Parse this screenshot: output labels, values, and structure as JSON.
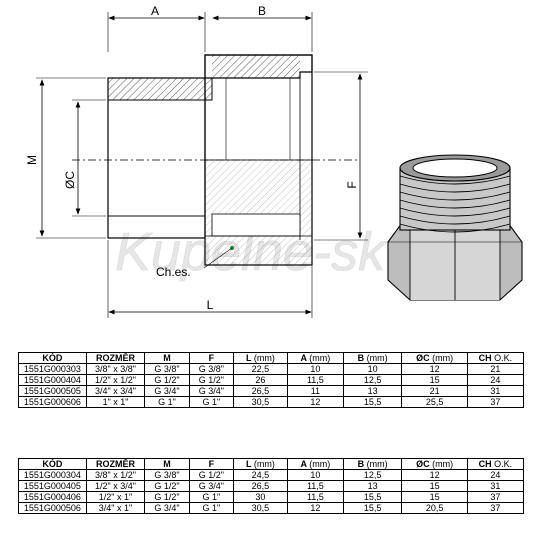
{
  "drawing": {
    "dim_a": "A",
    "dim_b": "B",
    "dim_m": "M",
    "dim_c": "ØC",
    "dim_f": "F",
    "dim_l": "L",
    "hex_label": "Ch.es.",
    "watermark": "Kupelne-sk"
  },
  "table1": {
    "headers": [
      {
        "name": "KÓD",
        "unit": ""
      },
      {
        "name": "ROZMĚR",
        "unit": ""
      },
      {
        "name": "M",
        "unit": ""
      },
      {
        "name": "F",
        "unit": ""
      },
      {
        "name": "L",
        "unit": "(mm)"
      },
      {
        "name": "A",
        "unit": "(mm)"
      },
      {
        "name": "B",
        "unit": "(mm)"
      },
      {
        "name": "ØC",
        "unit": "(mm)"
      },
      {
        "name": "CH",
        "unit": "O.K."
      }
    ],
    "rows": [
      [
        "1551G000303",
        "3/8\" x 3/8\"",
        "G 3/8\"",
        "G 3/8\"",
        "22,5",
        "10",
        "10",
        "12",
        "21"
      ],
      [
        "1551G000404",
        "1/2\" x 1/2\"",
        "G 1/2\"",
        "G 1/2\"",
        "26",
        "11,5",
        "12,5",
        "15",
        "24"
      ],
      [
        "1551G000505",
        "3/4\" x 3/4\"",
        "G 3/4\"",
        "G 3/4\"",
        "26,5",
        "11",
        "13",
        "21",
        "31"
      ],
      [
        "1551G000606",
        "1\" x 1\"",
        "G 1\"",
        "G 1\"",
        "30,5",
        "12",
        "15,5",
        "25,5",
        "37"
      ]
    ]
  },
  "table2": {
    "headers": [
      {
        "name": "KÓD",
        "unit": ""
      },
      {
        "name": "ROZMĚR",
        "unit": ""
      },
      {
        "name": "M",
        "unit": ""
      },
      {
        "name": "F",
        "unit": ""
      },
      {
        "name": "L",
        "unit": "(mm)"
      },
      {
        "name": "A",
        "unit": "(mm)"
      },
      {
        "name": "B",
        "unit": "(mm)"
      },
      {
        "name": "ØC",
        "unit": "(mm)"
      },
      {
        "name": "CH",
        "unit": "O.K."
      }
    ],
    "rows": [
      [
        "1551G000304",
        "3/8\" x 1/2\"",
        "G 3/8\"",
        "G 1/2\"",
        "24,5",
        "10",
        "12,5",
        "12",
        "24"
      ],
      [
        "1551G000405",
        "1/2\" x 3/4\"",
        "G 1/2\"",
        "G 3/4\"",
        "26,5",
        "11,5",
        "13",
        "15",
        "31"
      ],
      [
        "1551G000406",
        "1/2\" x 1\"",
        "G 1/2\"",
        "G 1\"",
        "30",
        "11,5",
        "15,5",
        "15",
        "37"
      ],
      [
        "1551G000506",
        "3/4\" x 1\"",
        "G 3/4\"",
        "G 1\"",
        "30,5",
        "12",
        "15,5",
        "20,5",
        "37"
      ]
    ]
  }
}
